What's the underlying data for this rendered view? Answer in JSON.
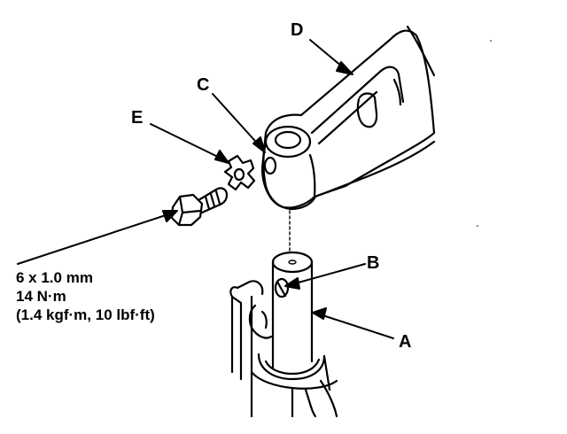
{
  "callouts": {
    "a": "A",
    "b": "B",
    "c": "C",
    "d": "D",
    "e": "E"
  },
  "bolt_spec": {
    "size": "6 x 1.0 mm",
    "torque_nm": "14 N·m",
    "torque_alt": "(1.4 kgf·m, 10 lbf·ft)"
  }
}
